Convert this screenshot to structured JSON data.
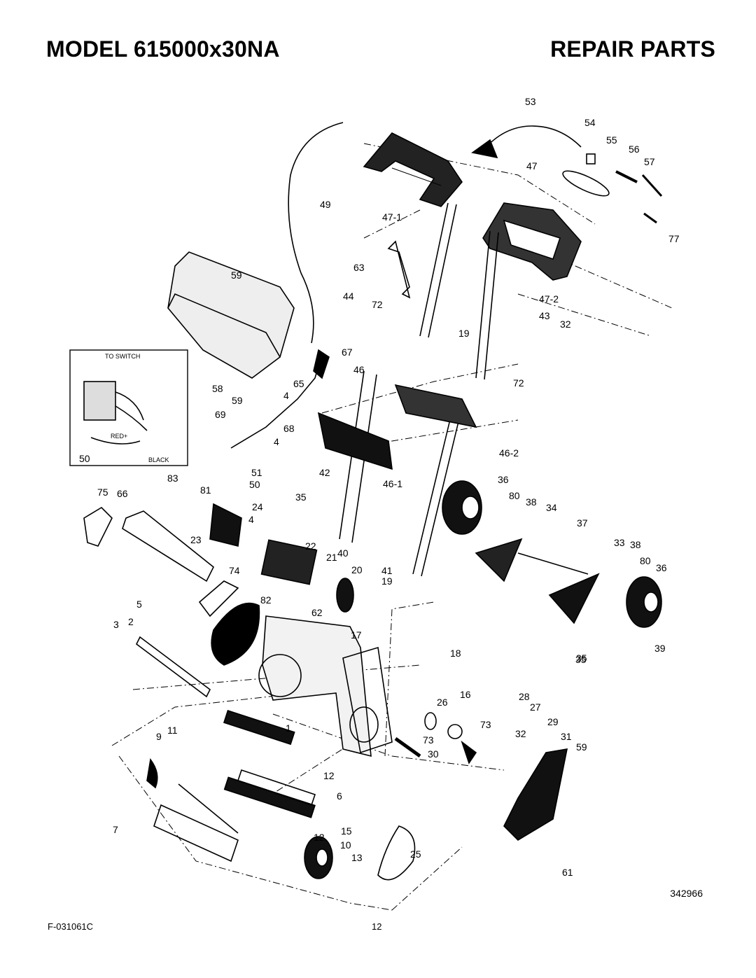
{
  "header": {
    "model_title": "MODEL 615000x30NA",
    "section_title": "REPAIR PARTS"
  },
  "inset": {
    "label_switch": "TO SWITCH",
    "label_red": "RED+",
    "label_black": "BLACK",
    "part_number": "50"
  },
  "part_labels": [
    "53",
    "54",
    "55",
    "56",
    "57",
    "47",
    "49",
    "47-1",
    "77",
    "63",
    "47-2",
    "44",
    "72",
    "43",
    "19",
    "32",
    "59",
    "67",
    "46",
    "72",
    "58",
    "65",
    "59",
    "4",
    "69",
    "68",
    "4",
    "46-2",
    "51",
    "50",
    "42",
    "46-1",
    "36",
    "83",
    "81",
    "75",
    "66",
    "24",
    "4",
    "35",
    "80",
    "38",
    "34",
    "23",
    "22",
    "37",
    "74",
    "21",
    "20",
    "40",
    "41",
    "19",
    "33",
    "38",
    "80",
    "36",
    "35",
    "82",
    "5",
    "62",
    "2",
    "3",
    "17",
    "18",
    "35",
    "39",
    "16",
    "28",
    "26",
    "27",
    "73",
    "29",
    "32",
    "31",
    "59",
    "1",
    "9",
    "11",
    "73",
    "30",
    "12",
    "6",
    "7",
    "12",
    "15",
    "10",
    "13",
    "25",
    "61"
  ],
  "footer": {
    "drawing_number": "342966",
    "form_number": "F-031061C",
    "page_number": "12"
  }
}
